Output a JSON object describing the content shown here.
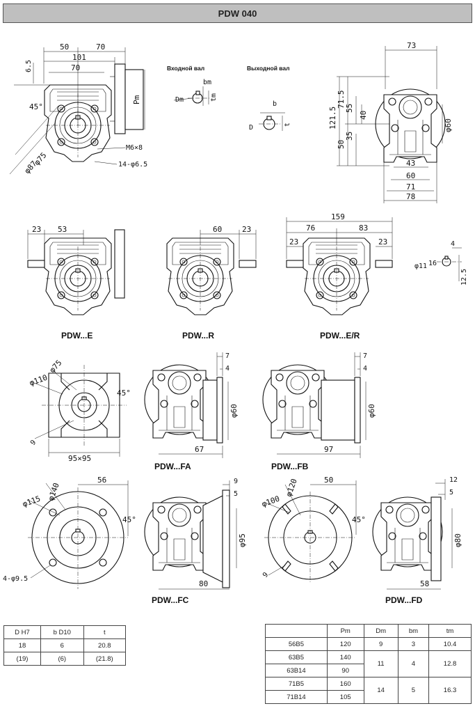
{
  "title": "PDW 040",
  "shaft_labels": {
    "input": "Входной вал",
    "output": "Выходной вал",
    "Dm": "Dm",
    "bm": "bm",
    "tm": "tm",
    "D": "D",
    "b": "b",
    "t": "t"
  },
  "dims": {
    "top_50": "50",
    "top_70": "70",
    "top_101": "101",
    "top_70b": "70",
    "top_6_5": "6.5",
    "top_pm": "Pm",
    "top_45": "45°",
    "top_m6x8": "M6×8",
    "top_14holes": "14-φ6.5",
    "top_d75": "φ75",
    "top_d87": "φ87",
    "side_73": "73",
    "side_121_5": "121.5",
    "side_71_5": "71.5",
    "side_55": "55",
    "side_40": "40",
    "side_50": "50",
    "side_35": "35",
    "side_d60": "φ60",
    "side_43": "43",
    "side_60": "60",
    "side_71": "71",
    "side_78": "78",
    "e_23": "23",
    "e_53": "53",
    "r_60": "60",
    "r_23": "23",
    "er_159": "159",
    "er_76": "76",
    "er_83": "83",
    "er_23a": "23",
    "er_23b": "23",
    "key_4": "4",
    "key_d11": "φ11",
    "key_16": "16",
    "key_12_5": "12.5",
    "fa_d75": "φ75",
    "fa_d110": "φ110",
    "fa_45": "45°",
    "fa_9": "9",
    "fa_95x95": "95×95",
    "fa_7": "7",
    "fa_4": "4",
    "fa_d60": "φ60",
    "fa_67": "67",
    "fb_7": "7",
    "fb_4": "4",
    "fb_d60": "φ60",
    "fb_97": "97",
    "fc_d140": "φ140",
    "fc_56": "56",
    "fc_d115": "φ115",
    "fc_45": "45°",
    "fc_holes": "4-φ9.5",
    "fc_9": "9",
    "fc_5": "5",
    "fc_d95": "φ95",
    "fc_80": "80",
    "fd_d120": "φ120",
    "fd_50": "50",
    "fd_d100": "φ100",
    "fd_45": "45°",
    "fd_9": "9",
    "fd_12": "12",
    "fd_5": "5",
    "fd_d80": "φ80",
    "fd_58": "58"
  },
  "variant_labels": {
    "e": "PDW...E",
    "r": "PDW...R",
    "er": "PDW...E/R",
    "fa": "PDW...FA",
    "fb": "PDW...FB",
    "fc": "PDW...FC",
    "fd": "PDW...FD"
  },
  "table_output": {
    "headers": [
      "D H7",
      "b D10",
      "t"
    ],
    "rows": [
      [
        "18",
        "6",
        "20.8"
      ],
      [
        "(19)",
        "(6)",
        "(21.8)"
      ]
    ]
  },
  "table_input": {
    "headers": [
      "",
      "Pm",
      "Dm",
      "bm",
      "tm"
    ],
    "rows": [
      {
        "flange": "56B5",
        "pm": "120",
        "dm": "9",
        "bm": "3",
        "tm": "10.4"
      },
      {
        "flange": "63B5",
        "pm": "140",
        "dm": "11",
        "bm": "4",
        "tm": "12.8"
      },
      {
        "flange": "63B14",
        "pm": "90"
      },
      {
        "flange": "71B5",
        "pm": "160",
        "dm": "14",
        "bm": "5",
        "tm": "16.3"
      },
      {
        "flange": "71B14",
        "pm": "105"
      }
    ]
  }
}
